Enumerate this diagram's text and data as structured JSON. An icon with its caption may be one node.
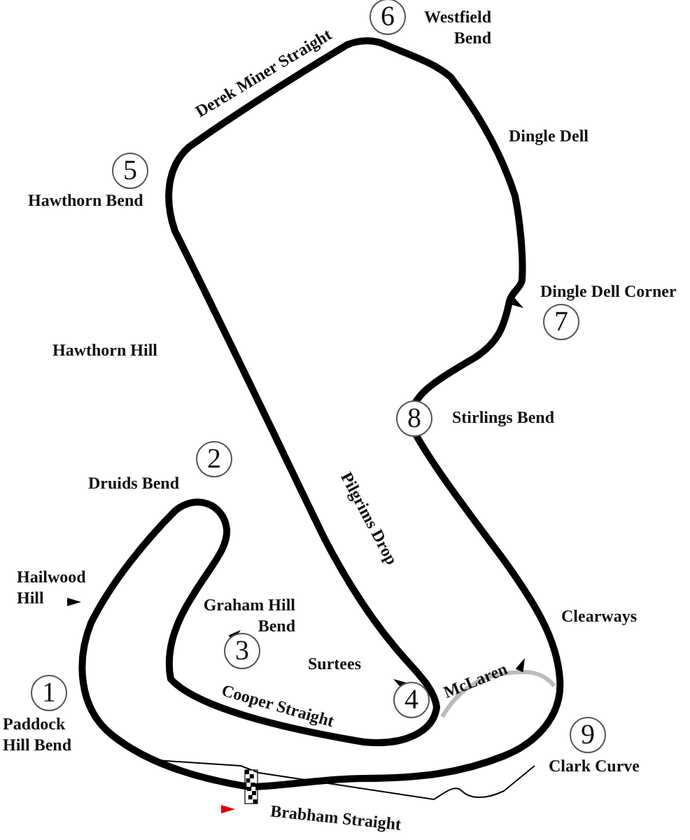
{
  "diagram": {
    "nodes": [
      {
        "text": [
          "6"
        ],
        "beside": [
          "Westfield Bend"
        ]
      },
      {
        "text": [
          "5"
        ],
        "beside": [
          "Hawthorn Bend"
        ]
      },
      {
        "text": [
          "7"
        ],
        "beside": [
          "Dingle Dell Corner"
        ]
      },
      {
        "text": [
          "8"
        ],
        "beside": [
          "Stirlings Bend"
        ]
      },
      {
        "text": [
          "2"
        ],
        "beside": [
          "Druids Bend"
        ]
      },
      {
        "text": [
          "3"
        ],
        "beside": [
          "Graham Hill Bend"
        ]
      },
      {
        "text": [
          "1"
        ],
        "beside": [
          "Paddock Hill Bend"
        ]
      },
      {
        "text": [
          "4"
        ],
        "beside": [
          "Surtees"
        ]
      },
      {
        "text": [
          "9"
        ],
        "beside": [
          "Clark Curve"
        ]
      }
    ],
    "edges": [],
    "labels": [
      "Derek Miner Straight",
      "Dingle Dell",
      "Hawthorn Hill",
      "Pilgrims Drop",
      "Hailwood Hill",
      "Clearways",
      "McLaren",
      "Cooper Straight",
      "Brabham Straight"
    ]
  }
}
